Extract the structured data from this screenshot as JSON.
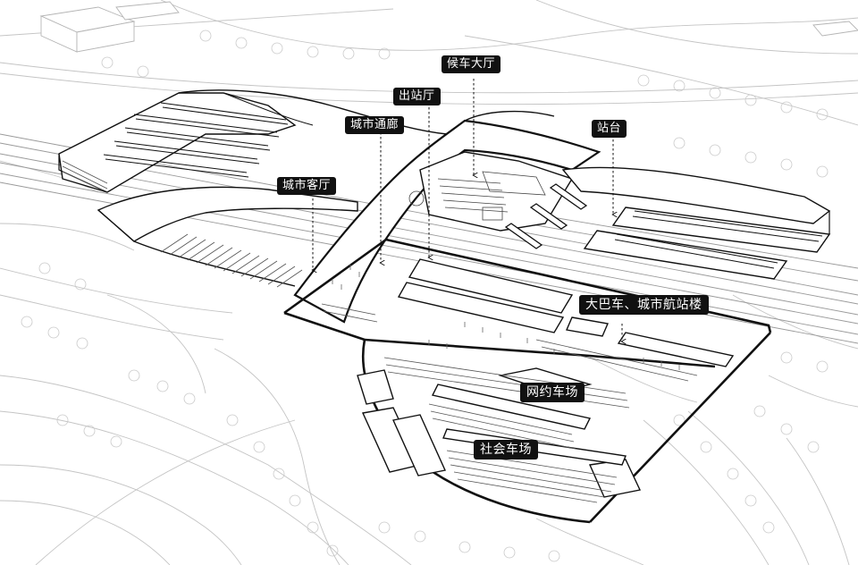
{
  "labels": {
    "waiting_hall": "候车大厅",
    "exit_hall": "出站厅",
    "city_corridor": "城市通廊",
    "city_lounge": "城市客厅",
    "platform": "站台",
    "bus_terminal": "大巴车、城市航站楼",
    "ride_hailing_lot": "网约车场",
    "public_parking": "社会车场"
  },
  "colors": {
    "ink": "#111111",
    "line": "#bdbdbd",
    "paper": "#ffffff"
  }
}
